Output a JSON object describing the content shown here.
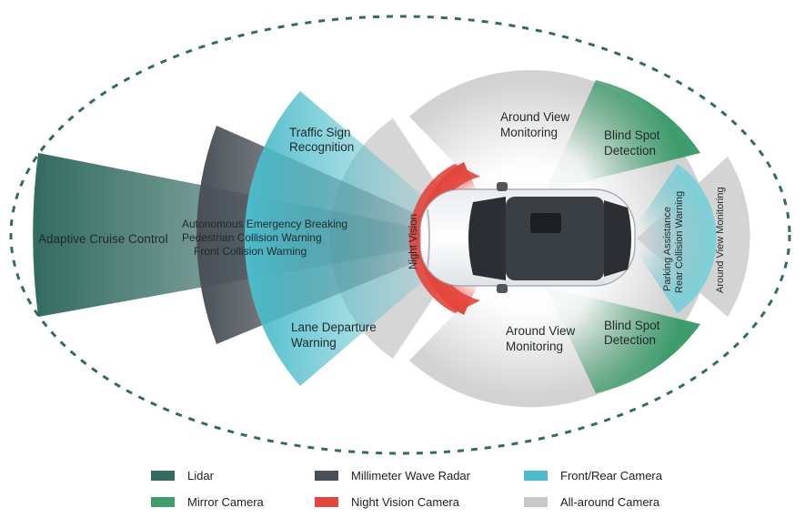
{
  "colors": {
    "lidar": "#336b61",
    "radar": "#4a5058",
    "front_rear_camera": "#4cbcca",
    "mirror_camera": "#3f9c6c",
    "night_vision_camera": "#e2463c",
    "all_around_camera": "#c8c8c8",
    "boundary": "#2f6e5c"
  },
  "zones": {
    "acc": "Adaptive Cruise Control",
    "radar_line1": "Autonomous Emergency Breaking",
    "radar_line2": "Pedestrian Collision Warning",
    "radar_line3": "Front Collision Warning",
    "tsr_line1": "Traffic Sign",
    "tsr_line2": "Recognition",
    "ldw_line1": "Lane Departure",
    "ldw_line2": "Warning",
    "night_vision": "Night Vision",
    "avm_top_line1": "Around View",
    "avm_top_line2": "Monitoring",
    "avm_bottom_line1": "Around View",
    "avm_bottom_line2": "Monitoring",
    "bsd_top_line1": "Blind Spot",
    "bsd_top_line2": "Detection",
    "bsd_bottom_line1": "Blind Spot",
    "bsd_bottom_line2": "Detection",
    "parking_line1": "Parking Assistance",
    "parking_line2": "Rear Collision Warning",
    "avm_rear": "Around View Monitoring"
  },
  "legend": [
    {
      "label": "Lidar",
      "color": "#336b61"
    },
    {
      "label": "Millimeter Wave Radar",
      "color": "#4a5058"
    },
    {
      "label": "Front/Rear Camera",
      "color": "#4cbcca"
    },
    {
      "label": "Mirror Camera",
      "color": "#3f9c6c"
    },
    {
      "label": "Night Vision Camera",
      "color": "#e2463c"
    },
    {
      "label": "All-around Camera",
      "color": "#c8c8c8"
    }
  ]
}
